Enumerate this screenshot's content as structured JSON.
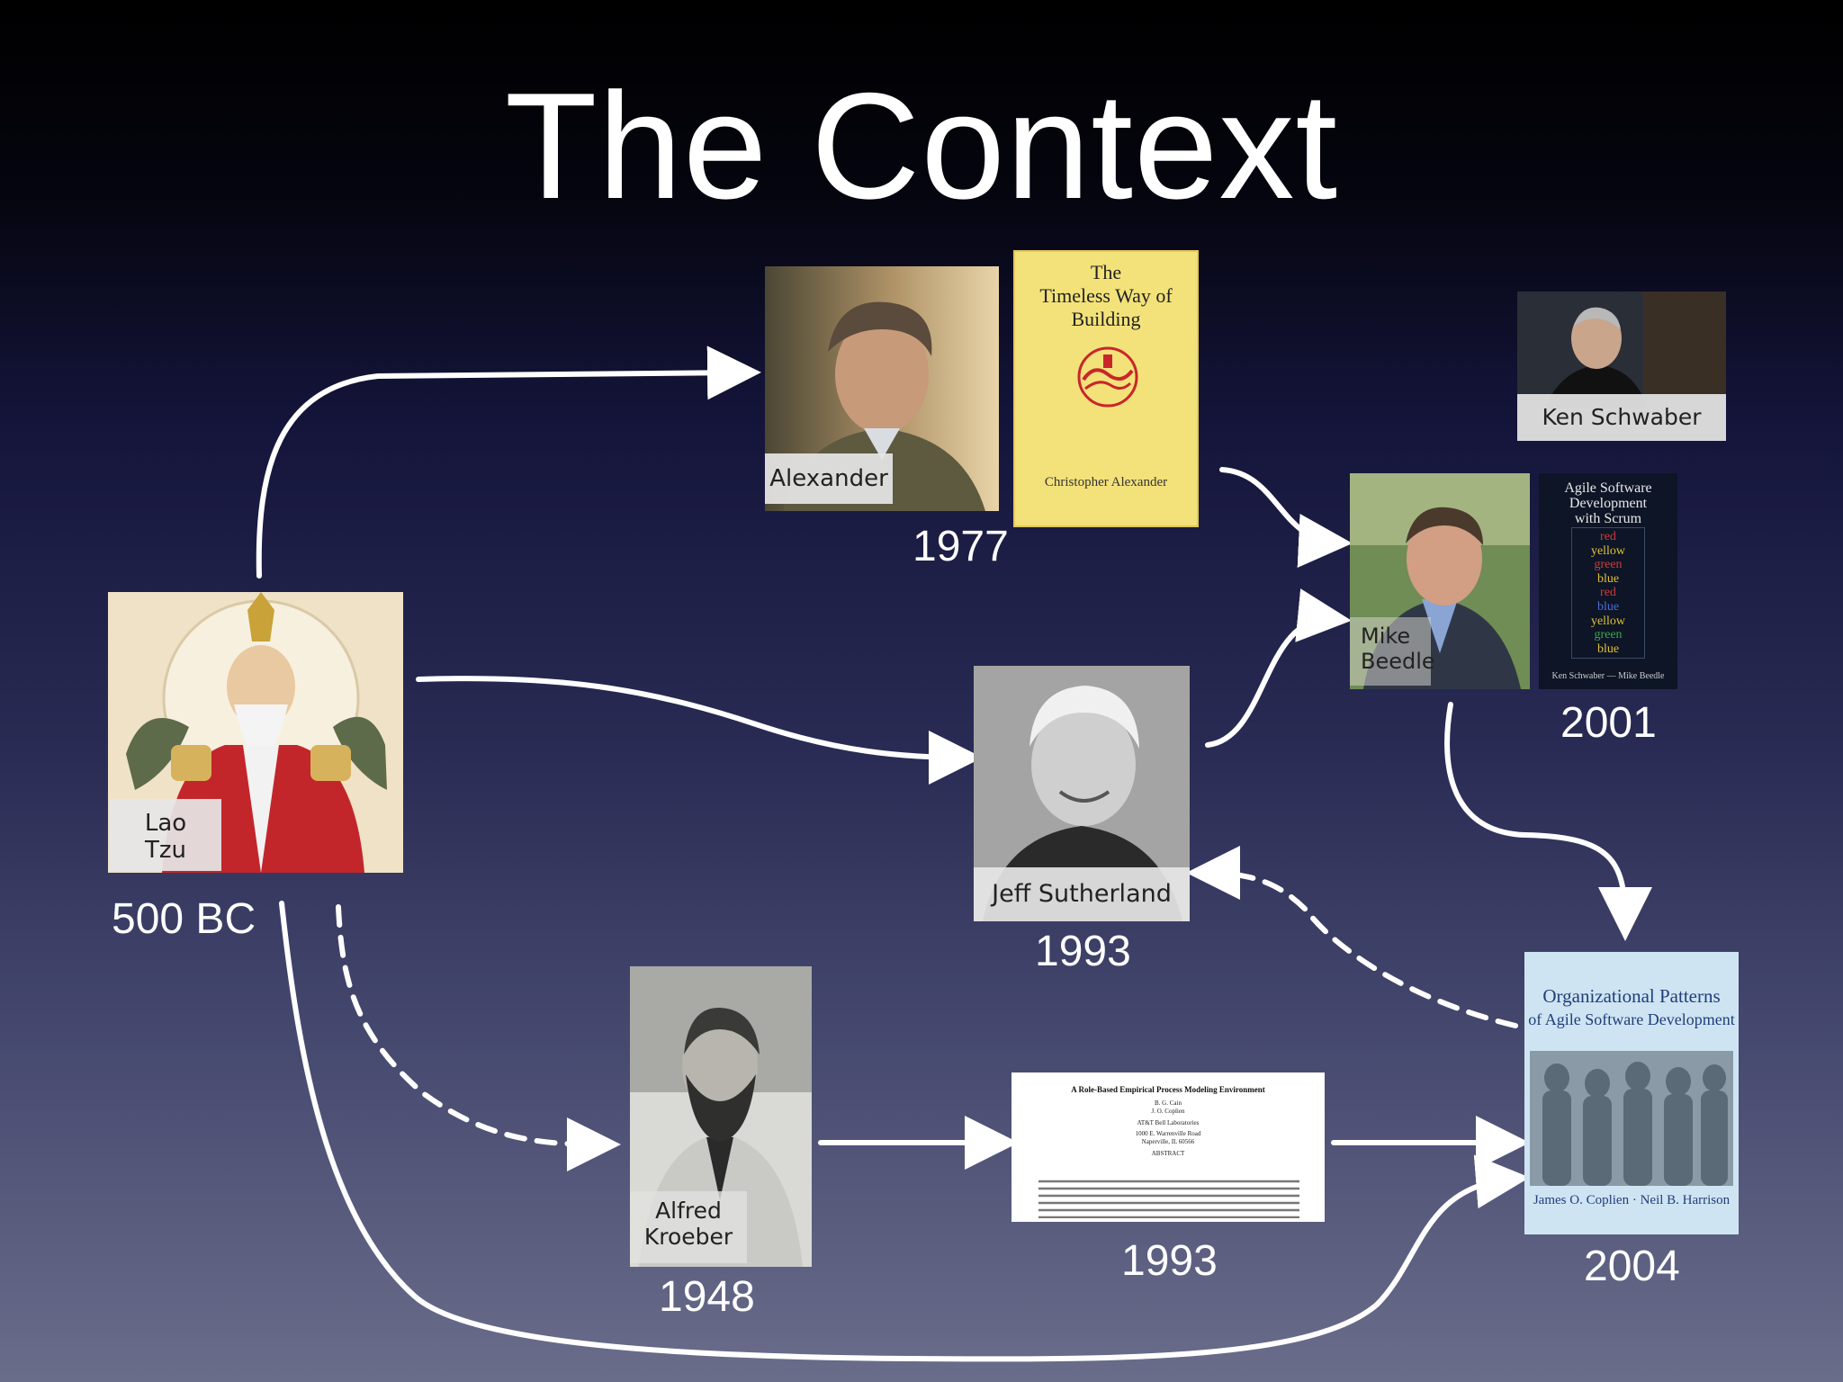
{
  "title": "The Context",
  "nodes": {
    "lao_tzu": {
      "label": "Lao Tzu",
      "year": "500 BC"
    },
    "alexander": {
      "label": "Alexander",
      "book": {
        "line1": "The",
        "line2": "Timeless Way of",
        "line3": "Building",
        "author": "Christopher Alexander"
      },
      "year": "1977"
    },
    "ken_schwaber": {
      "label": "Ken Schwaber"
    },
    "mike_beedle": {
      "label_line1": "Mike",
      "label_line2": "Beedle",
      "book": {
        "line1": "Agile Software",
        "line2": "Development",
        "line3": "with Scrum",
        "words": [
          "red",
          "yellow",
          "green",
          "blue",
          "red",
          "blue",
          "yellow",
          "green",
          "blue"
        ],
        "authors": "Ken Schwaber — Mike Beedle"
      },
      "year": "2001"
    },
    "jeff_sutherland": {
      "label": "Jeff Sutherland",
      "year": "1993"
    },
    "alfred_kroeber": {
      "label_line1": "Alfred",
      "label_line2": "Kroeber",
      "year": "1948"
    },
    "paper": {
      "title": "A Role-Based Empirical Process Modeling Environment",
      "authors_line1": "B. G. Cain",
      "authors_line2": "J. O. Coplien",
      "affiliation": "AT&T Bell Laboratories",
      "address_line1": "1000 E. Warrenville Road",
      "address_line2": "Naperville, IL 60566",
      "abstract_heading": "ABSTRACT",
      "year": "1993"
    },
    "org_patterns": {
      "title_line1": "Organizational Patterns",
      "title_line2": "of Agile Software Development",
      "authors": "James O. Coplien · Neil B. Harrison",
      "year": "2004"
    }
  },
  "colors": {
    "background_top": "#000000",
    "background_bottom": "#6a6d8a",
    "arrow": "#ffffff",
    "timeless_book": "#f3e27a",
    "scrum_book": "#0d1526",
    "org_book": "#cfe4f2"
  }
}
